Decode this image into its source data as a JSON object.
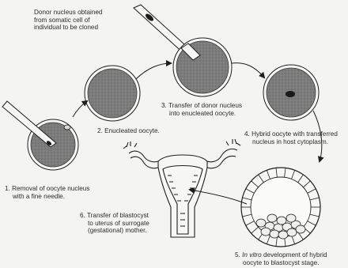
{
  "diagram": {
    "donor_label": [
      "Donor nucleus obtained",
      "from somatic cell of",
      "individual to be cloned"
    ],
    "steps": [
      {
        "number": "1.",
        "lines": [
          "Removal of oocyte nucleus",
          "with a fine needle."
        ]
      },
      {
        "number": "2.",
        "lines": [
          "Enucleated oocyte."
        ]
      },
      {
        "number": "3.",
        "lines": [
          "Transfer of donor nucleus",
          "into enucleated oocyte."
        ]
      },
      {
        "number": "4.",
        "lines": [
          "Hybrid oocyte with transferred",
          "nucleus in host cytoplasm."
        ]
      },
      {
        "number": "5.",
        "italic_prefix": "In vitro",
        "lines": [
          " development of hybrid",
          "oocyte to blastocyst stage."
        ]
      },
      {
        "number": "6.",
        "lines": [
          "Transfer of blastocyst",
          "to uterus of surrogate",
          "(gestational) mother."
        ]
      }
    ],
    "colors": {
      "background": "#f4f4f2",
      "cell_fill": "#7a7a7a",
      "outline": "#1e1e1e",
      "nucleus": "#1a1a1a"
    }
  }
}
